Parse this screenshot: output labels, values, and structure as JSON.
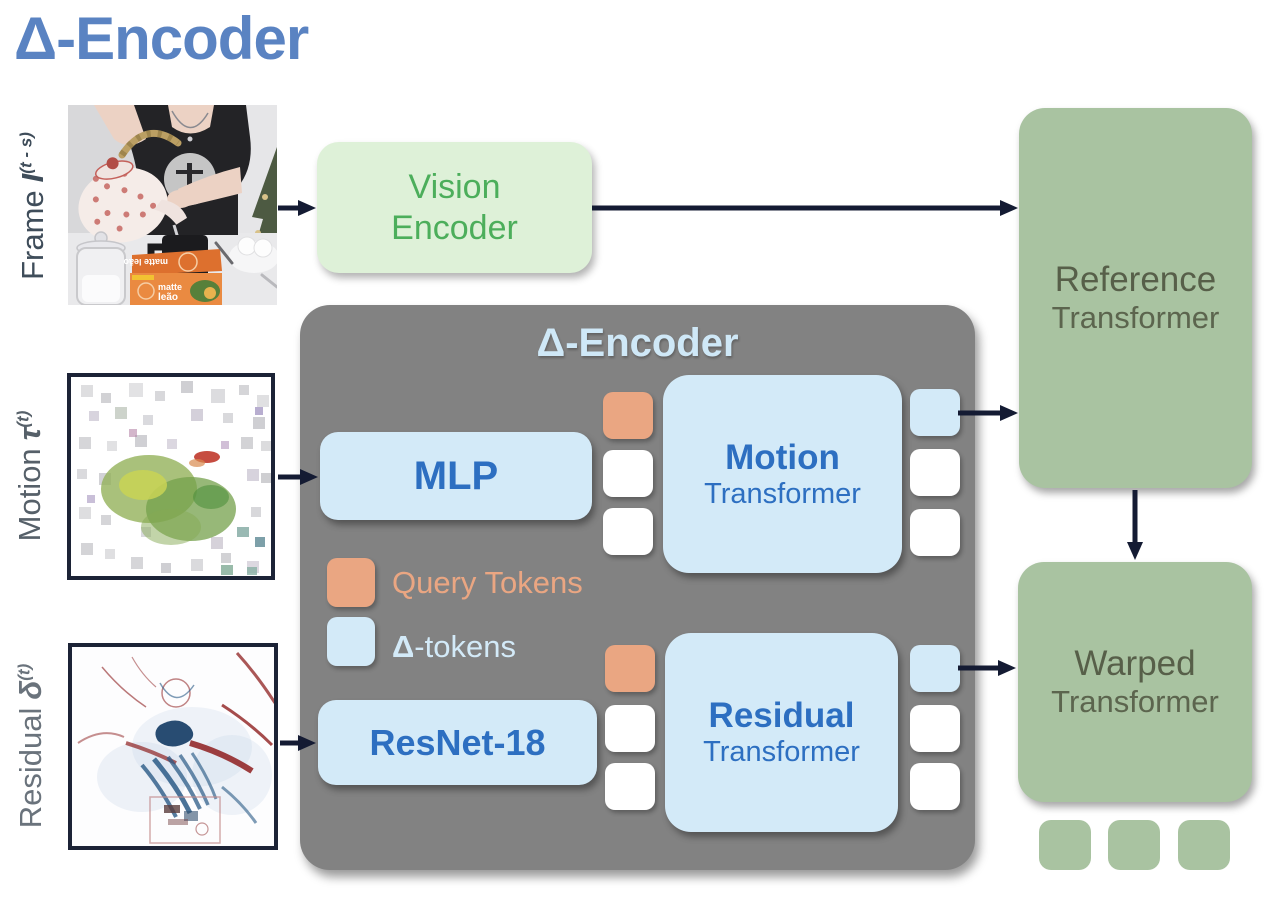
{
  "title": "Δ-Encoder",
  "inputs": [
    {
      "word": "Frame",
      "symbol": "I",
      "sup": "(t - s)"
    },
    {
      "word": "Motion",
      "symbol": "τ",
      "sup": "(t)"
    },
    {
      "word": "Residual",
      "symbol": "δ",
      "sup": "(t)"
    }
  ],
  "vision_encoder": {
    "line1": "Vision",
    "line2": "Encoder"
  },
  "delta_encoder": {
    "title": "Δ-Encoder",
    "mlp": "MLP",
    "resnet": "ResNet-18",
    "motion_transformer": {
      "line1": "Motion",
      "line2": "Transformer"
    },
    "residual_transformer": {
      "line1": "Residual",
      "line2": "Transformer"
    },
    "legend": {
      "query_tokens": "Query Tokens",
      "delta_tokens_prefix": "Δ",
      "delta_tokens_suffix": "-tokens"
    }
  },
  "reference_transformer": {
    "line1": "Reference",
    "line2": "Transformer"
  },
  "warped_transformer": {
    "line1": "Warped",
    "line2": "Transformer"
  },
  "colors": {
    "title_blue": "#5a83c2",
    "delta_box_gray": "#828282",
    "delta_title_blue": "#cfe8f7",
    "module_light_blue": "#d3eaf8",
    "module_blue_text": "#2d6fc1",
    "vision_light_green": "#def1d8",
    "vision_green_text": "#4cae5b",
    "transformer_sage_green": "#a9c3a1",
    "transformer_text": "#575f49",
    "query_token_orange": "#eaa682",
    "delta_token_blue": "#d3eaf8",
    "blank_token_white": "#ffffff",
    "arrow_navy": "#141b33"
  }
}
